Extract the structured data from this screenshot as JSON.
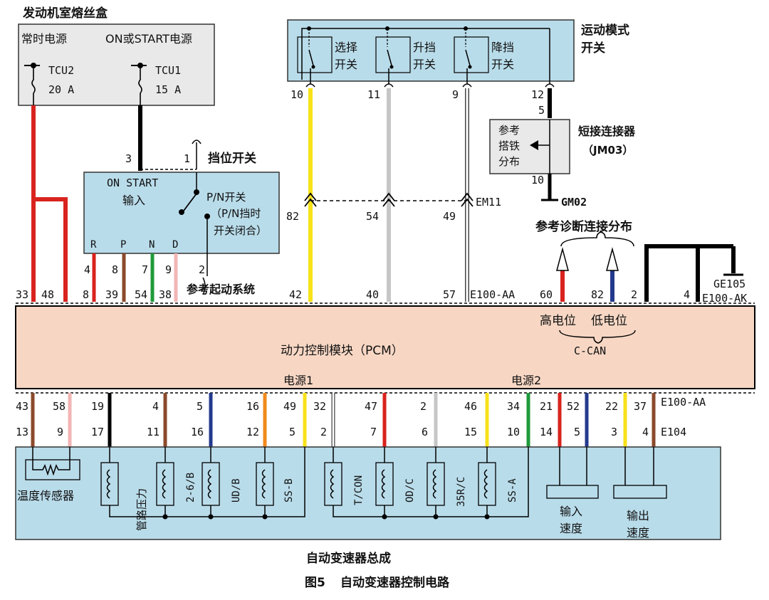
{
  "fuse_box": {
    "title": "发动机室熔丝盒",
    "left_label": "常时电源",
    "right_label": "ON或START电源",
    "fuse1_name": "TCU2",
    "fuse1_amp": "20 A",
    "fuse2_name": "TCU1",
    "fuse2_amp": "15 A"
  },
  "sport_switch": {
    "label": [
      "运动模式",
      "开关"
    ],
    "select": [
      "选择",
      "开关"
    ],
    "up": [
      "升挡",
      "开关"
    ],
    "down": [
      "降挡",
      "开关"
    ],
    "pins": [
      "10",
      "11",
      "9",
      "12"
    ]
  },
  "jumper": {
    "label": "短接连接器",
    "code": "（JM03）",
    "box_text": [
      "参考",
      "搭铁",
      "分布"
    ],
    "pin_top": "5",
    "pin_bottom": "10",
    "ground": "GM02"
  },
  "gear_switch": {
    "label": "挡位开关",
    "on_start": "ON START",
    "input": "输入",
    "pn_switch": "P/N开关",
    "pn_note1": "（P/N挡时",
    "pn_note2": "开关闭合）",
    "positions": [
      "R",
      "P",
      "N",
      "D"
    ],
    "top_pins": [
      "3",
      "1"
    ],
    "bottom_pins": [
      "4",
      "8",
      "7",
      "9",
      "2"
    ],
    "start_ref": "参考起动系统"
  },
  "em11": {
    "label": "EM11",
    "pins": [
      "82",
      "54",
      "49"
    ]
  },
  "diag": {
    "label": "参考诊断连接分布",
    "ground": "GE105"
  },
  "pcm": {
    "label": "动力控制模块（PCM）",
    "high": "高电位",
    "low": "低电位",
    "can": "C-CAN",
    "power1": "电源1",
    "power2": "电源2",
    "connector_top_aa": "E100-AA",
    "connector_top_ak": "E100-AK",
    "connector_bottom_aa": "E100-AA",
    "connector_e104": "E104",
    "top_pins": [
      "33",
      "48",
      "8",
      "39",
      "54",
      "38",
      "42",
      "40",
      "57",
      "60",
      "82",
      "2",
      "4"
    ],
    "bottom_pins": [
      "43",
      "58",
      "19",
      "4",
      "5",
      "16",
      "49",
      "32",
      "47",
      "2",
      "46",
      "34",
      "21",
      "52",
      "22",
      "37"
    ],
    "e104_pins": [
      "13",
      "9",
      "17",
      "11",
      "16",
      "12",
      "5",
      "2",
      "7",
      "6",
      "15",
      "10",
      "14",
      "5",
      "3",
      "4"
    ]
  },
  "transmission": {
    "temp_sensor": "温度传感器",
    "line_pressure": "管路压力",
    "solenoids": [
      "2-6/B",
      "UD/B",
      "SS-B",
      "T/CON",
      "OD/C",
      "35R/C",
      "SS-A"
    ],
    "input_speed": [
      "输入",
      "速度"
    ],
    "output_speed": [
      "输出",
      "速度"
    ],
    "assembly": "自动变速器总成"
  },
  "caption": {
    "fig": "图5",
    "text": "自动变速器控制电路"
  }
}
